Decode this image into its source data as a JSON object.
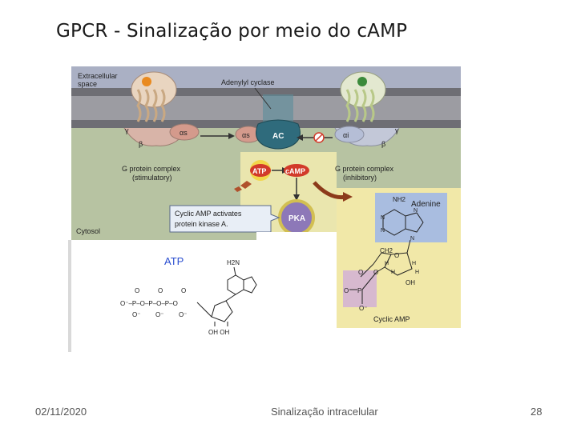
{
  "slide": {
    "title": "GPCR - Sinalização por meio do cAMP",
    "footer_date": "02/11/2020",
    "footer_center": "Sinalização intracelular",
    "page_number": "28"
  },
  "figure": {
    "extracellular_label_1": "Extracellular",
    "extracellular_label_2": "space",
    "cytosol_label": "Cytosol",
    "adenylyl_cyclase": "Adenylyl cyclase",
    "ac": "AC",
    "atp": "ATP",
    "camp": "cAMP",
    "pka": "PKA",
    "alpha_s": "αs",
    "alpha_i": "αi",
    "beta": "β",
    "gamma": "γ",
    "gprotein_stim_1": "G protein complex",
    "gprotein_stim_2": "(stimulatory)",
    "gprotein_inhib_1": "G protein complex",
    "gprotein_inhib_2": "(inhibitory)",
    "callout_1": "Cyclic AMP activates",
    "callout_2": "protein kinase A.",
    "adenine_label": "Adenine",
    "nh2": "NH2",
    "camp_structure_label": "Cyclic AMP",
    "atp_structure_label": "ATP",
    "h2n": "H2N",
    "oh_oh": "OH OH",
    "oh": "OH",
    "ch2": "CH2",
    "h": "H",
    "o": "O",
    "p": "P",
    "n": "N",
    "phosphate_chain": "O⁻–P–O–P–O–P–O",
    "o_minus": "O⁻",
    "o_top": "O"
  },
  "colors": {
    "membrane_dark": "#6e6e74",
    "membrane_band": "#9c9ca2",
    "extracellular": "#aab0c4",
    "cytosol": "#b7c3a2",
    "ac_blue": "#2f6b7c",
    "atp_red": "#d23a2a",
    "pka_purple": "#8d78b8",
    "highlight_yellow": "#f3ecb0",
    "adenine_box": "#a9bde0",
    "phosphate_box": "#d7b9cf"
  }
}
